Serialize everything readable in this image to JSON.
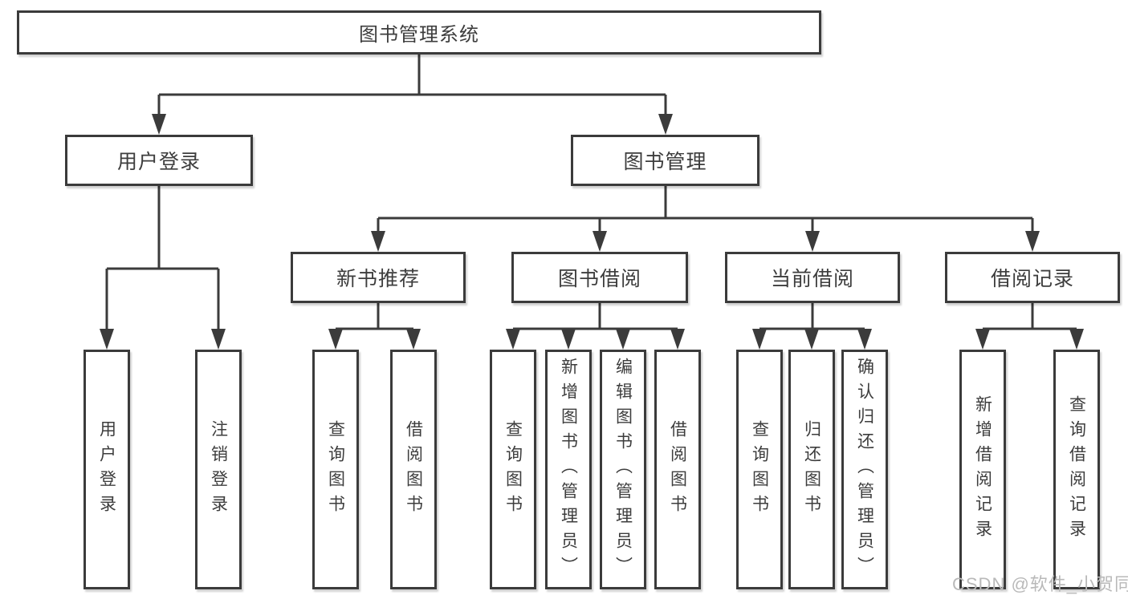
{
  "diagram": {
    "root": {
      "label": "图书管理系统",
      "children": [
        {
          "label": "用户登录",
          "children": [
            {
              "label": "用户登录"
            },
            {
              "label": "注销登录"
            }
          ]
        },
        {
          "label": "图书管理",
          "children": [
            {
              "label": "新书推荐",
              "children": [
                {
                  "label": "查询图书"
                },
                {
                  "label": "借阅图书"
                }
              ]
            },
            {
              "label": "图书借阅",
              "children": [
                {
                  "label": "查询图书"
                },
                {
                  "label": "新增图书（管理员）"
                },
                {
                  "label": "编辑图书（管理员）"
                },
                {
                  "label": "借阅图书"
                }
              ]
            },
            {
              "label": "当前借阅",
              "children": [
                {
                  "label": "查询图书"
                },
                {
                  "label": "归还图书"
                },
                {
                  "label": "确认归还（管理员）"
                }
              ]
            },
            {
              "label": "借阅记录",
              "children": [
                {
                  "label": "新增借阅记录"
                },
                {
                  "label": "查询借阅记录"
                }
              ]
            }
          ]
        }
      ]
    }
  },
  "watermark": "CSDN @软件_小贺同学",
  "colors": {
    "line": "#3b3b3b",
    "text": "#3d3d3d",
    "watermark": "#b9b9b9",
    "background": "#ffffff"
  }
}
